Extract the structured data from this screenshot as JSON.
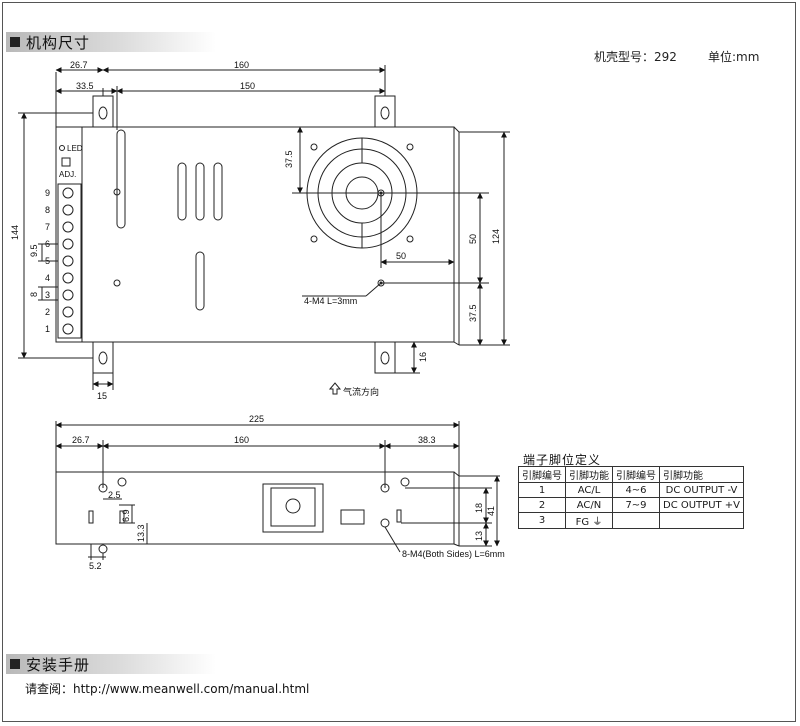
{
  "sections": {
    "dimensions_title": "机构尺寸",
    "install_title": "安装手册"
  },
  "meta": {
    "case_no": "机壳型号：292",
    "unit": "单位:mm"
  },
  "top_view": {
    "dims": {
      "d26_7": "26.7",
      "d160": "160",
      "d33_5": "33.5",
      "d150": "150",
      "d144": "144",
      "d37_5a": "37.5",
      "d50a": "50",
      "d124": "124",
      "d50b": "50",
      "d37_5b": "37.5",
      "d9_5": "9.5",
      "d8": "8",
      "d15": "15",
      "d16": "16"
    },
    "led_label": "LED",
    "adj_label": "ADJ.",
    "terminals": [
      "9",
      "8",
      "7",
      "6",
      "5",
      "4",
      "3",
      "2",
      "1"
    ],
    "screw_note": "4-M4  L=3mm",
    "airflow_note": "气流方向"
  },
  "side_view": {
    "dims": {
      "d225": "225",
      "d26_7": "26.7",
      "d160": "160",
      "d38_3": "38.3",
      "d2_5": "2.5",
      "d6_9": "6.9",
      "d13_3": "13.3",
      "d5_2": "5.2",
      "d18": "18",
      "d13": "13",
      "d41": "41"
    },
    "screw_note": "8-M4(Both Sides) L=6mm"
  },
  "pin_table": {
    "title": "端子脚位定义",
    "headers": [
      "引脚编号",
      "引脚功能",
      "引脚编号",
      "引脚功能"
    ],
    "rows": [
      [
        "1",
        "AC/L",
        "4~6",
        "DC OUTPUT -V"
      ],
      [
        "2",
        "AC/N",
        "7~9",
        "DC OUTPUT +V"
      ],
      [
        "3",
        "FG ⏚",
        "",
        ""
      ]
    ]
  },
  "install": {
    "url_line": "请查阅：http://www.meanwell.com/manual.html"
  }
}
